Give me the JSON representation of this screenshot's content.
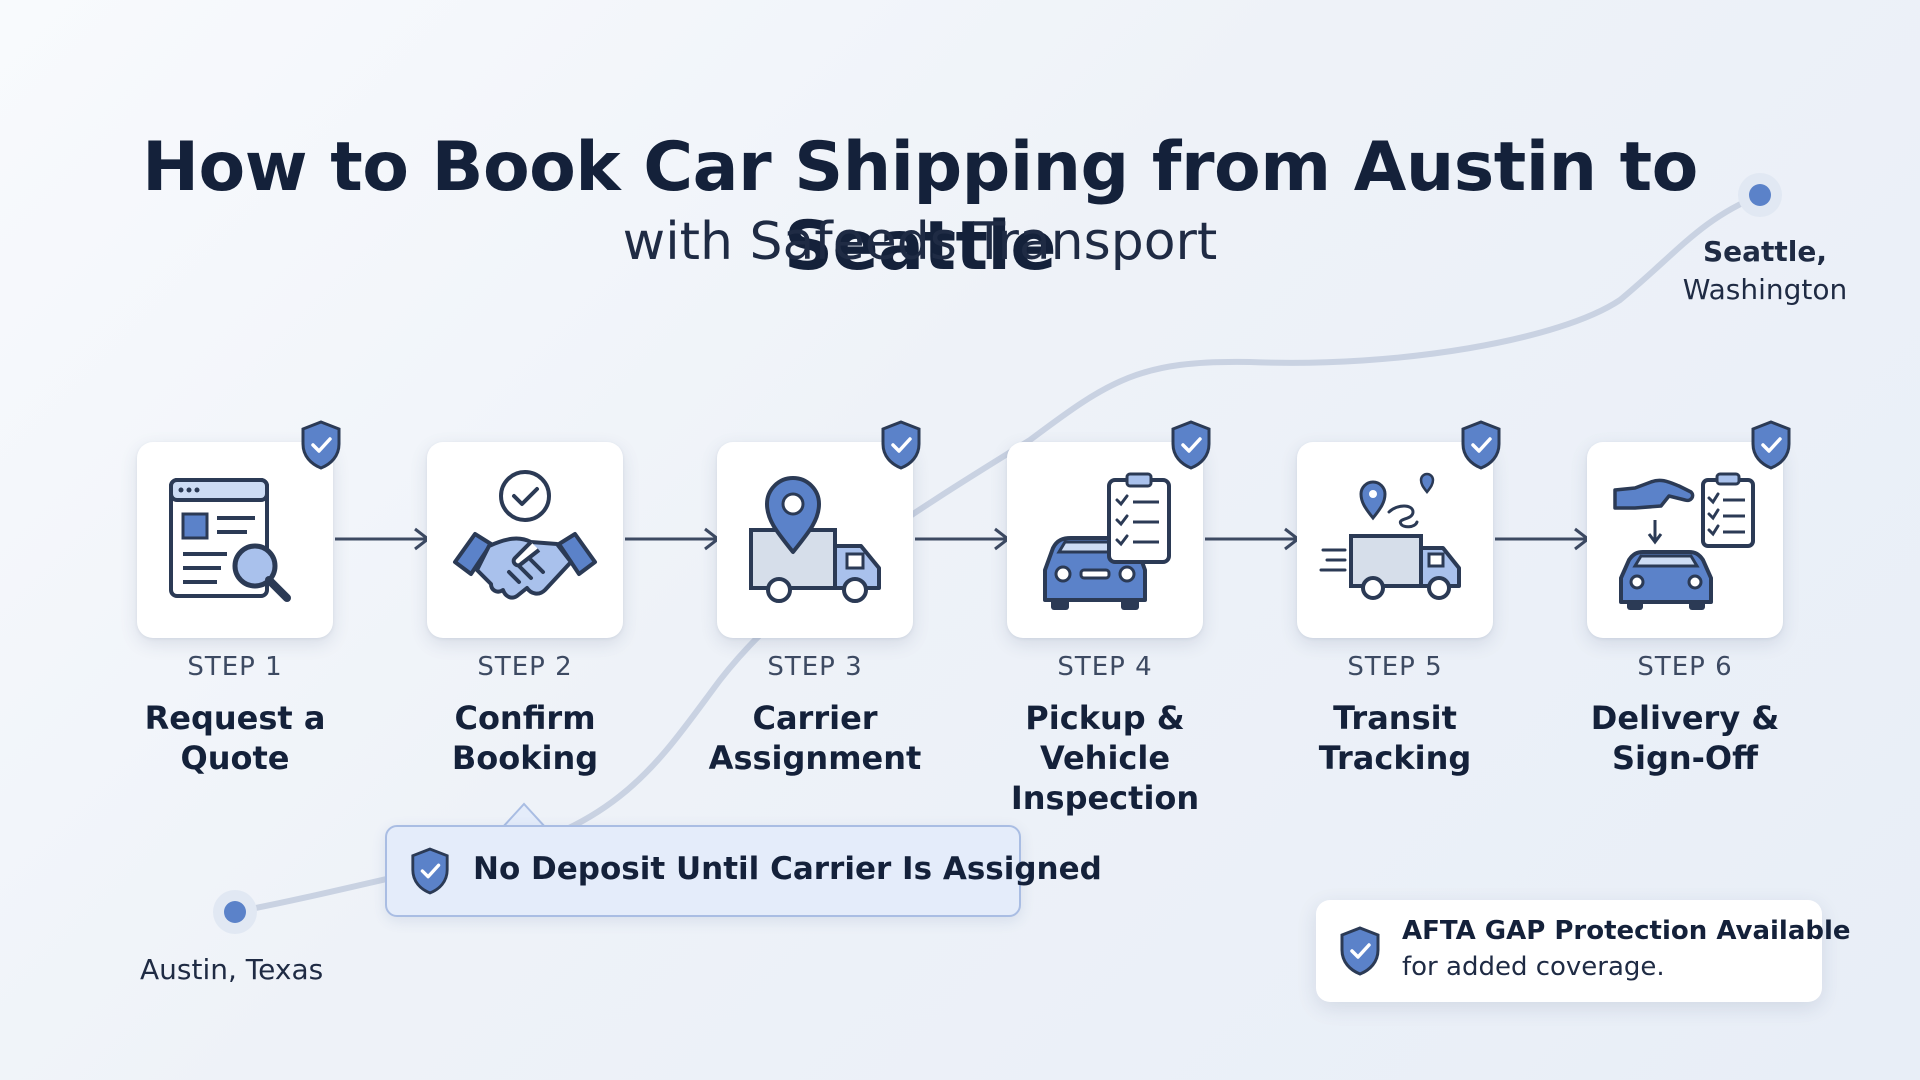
{
  "header": {
    "title": "How to Book Car Shipping from Austin to Seattle",
    "subtitle": "with Safeeds Transport"
  },
  "route": {
    "origin": "Austin, Texas",
    "destination_city": "Seattle,",
    "destination_state": "Washington"
  },
  "steps": [
    {
      "label": "STEP 1",
      "title": "Request a Quote",
      "icon": "quote-search-icon"
    },
    {
      "label": "STEP 2",
      "title": "Confirm Booking",
      "icon": "handshake-icon"
    },
    {
      "label": "STEP 3",
      "title": "Carrier Assignment",
      "icon": "truck-pin-icon"
    },
    {
      "label": "STEP 4",
      "title": "Pickup & Vehicle Inspection",
      "icon": "car-clipboard-icon"
    },
    {
      "label": "STEP 5",
      "title": "Transit Tracking",
      "icon": "moving-truck-icon"
    },
    {
      "label": "STEP 6",
      "title": "Delivery & Sign-Off",
      "icon": "car-handover-icon"
    }
  ],
  "callout": {
    "text": "No Deposit Until Carrier Is Assigned"
  },
  "protection": {
    "title": "AFTA GAP Protection Available",
    "subtitle": "for added coverage."
  },
  "colors": {
    "accent": "#5b82c9",
    "accent_light": "#cddcf4",
    "outline": "#2b3a55",
    "title": "#14213a",
    "route_line": "#c9d2e2"
  }
}
